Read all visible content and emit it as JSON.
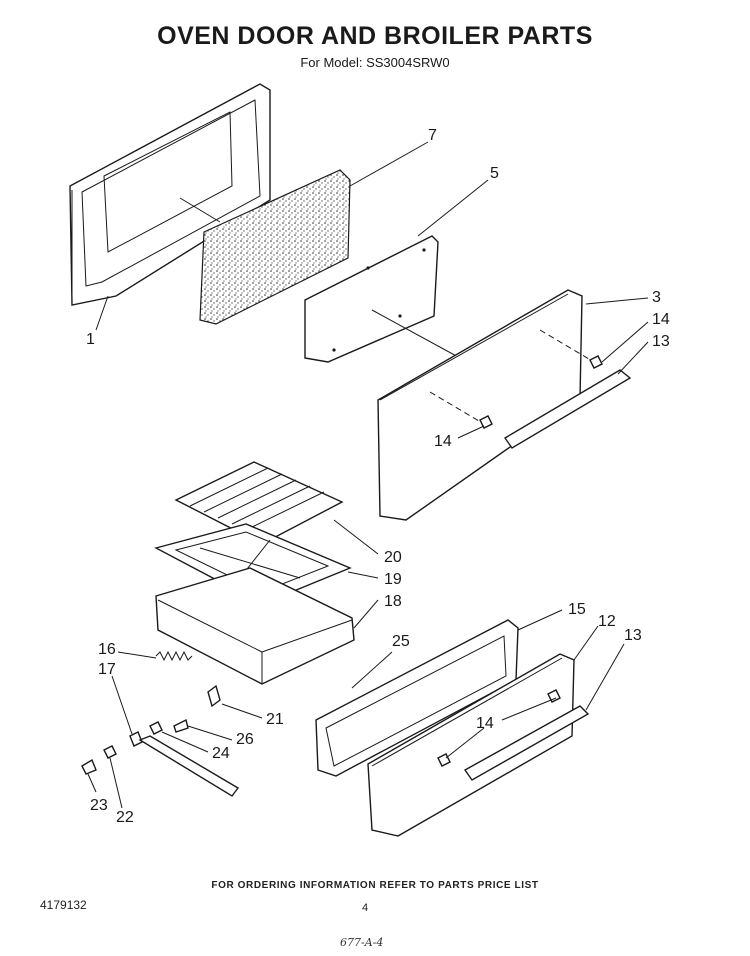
{
  "header": {
    "title": "OVEN DOOR AND BROILER PARTS",
    "subtitle": "For Model: SS3004SRW0"
  },
  "callouts": [
    "1",
    "7",
    "5",
    "3",
    "14",
    "13",
    "14",
    "20",
    "19",
    "18",
    "15",
    "12",
    "13",
    "16",
    "17",
    "25",
    "21",
    "26",
    "24",
    "14",
    "23",
    "22"
  ],
  "footer": {
    "ordering_note": "FOR ORDERING INFORMATION REFER TO PARTS PRICE LIST",
    "doc_number": "4179132",
    "page_number": "4",
    "handwritten_note": "677-A-4"
  }
}
